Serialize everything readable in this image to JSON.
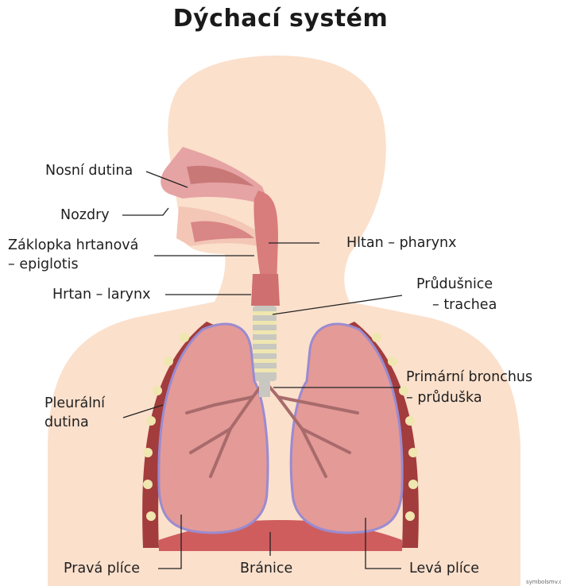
{
  "title": "Dýchací systém",
  "labels": {
    "nosni_dutina": "Nosní dutina",
    "nozdry": "Nozdry",
    "zaklopka_1": "Záklopka hrtanová",
    "zaklopka_2": "– epiglotis",
    "hrtan": "Hrtan – larynx",
    "hltan": "Hltan – pharynx",
    "prudusnice_1": "Průdušnice",
    "prudusnice_2": "– trachea",
    "bronchus_1": "Primární bronchus",
    "bronchus_2": "– průduška",
    "pleuralni_1": "Pleurální",
    "pleuralni_2": "dutina",
    "prava_plice": "Pravá plíce",
    "branice": "Bránice",
    "leva_plice": "Levá plíce"
  },
  "watermark": "symbolsmv.c",
  "colors": {
    "skin": "#fbe0cc",
    "lung": "#e49a97",
    "lung_dark": "#c9716f",
    "pleura_outline": "#9a8bd0",
    "rib": "#a33c3c",
    "cartilage": "#efe6b0",
    "trachea": "#c8c8c0",
    "bronchial_tree": "#a86b6b",
    "diaphragm": "#cf5d5d",
    "leader_line": "#222222"
  }
}
